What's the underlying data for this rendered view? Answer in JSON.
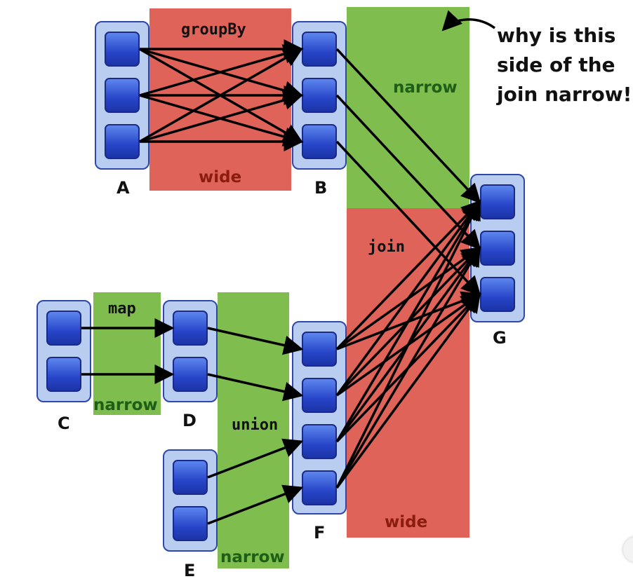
{
  "labels": {
    "groupBy": "groupBy",
    "map": "map",
    "union": "union",
    "join": "join"
  },
  "regions": {
    "groupby_wide": "wide",
    "b_g_narrow": "narrow",
    "join_wide": "wide",
    "map_narrow": "narrow",
    "union_narrow": "narrow"
  },
  "nodes": {
    "A": "A",
    "B": "B",
    "C": "C",
    "D": "D",
    "E": "E",
    "F": "F",
    "G": "G"
  },
  "annotation": {
    "line1": "why is this",
    "line2": "side of the",
    "line3": "join narrow!?"
  },
  "colors": {
    "wide": "#e0635a",
    "narrow": "#7fbd4f",
    "partition": "#2745c9",
    "container": "#b9cdf0",
    "arrow": "#000000"
  },
  "edges": [
    [
      "A0",
      "B0"
    ],
    [
      "A0",
      "B1"
    ],
    [
      "A0",
      "B2"
    ],
    [
      "A1",
      "B0"
    ],
    [
      "A1",
      "B1"
    ],
    [
      "A1",
      "B2"
    ],
    [
      "A2",
      "B0"
    ],
    [
      "A2",
      "B1"
    ],
    [
      "A2",
      "B2"
    ],
    [
      "B0",
      "G0"
    ],
    [
      "B1",
      "G1"
    ],
    [
      "B2",
      "G2"
    ],
    [
      "C0",
      "D0"
    ],
    [
      "C1",
      "D1"
    ],
    [
      "D0",
      "F0"
    ],
    [
      "D1",
      "F1"
    ],
    [
      "E0",
      "F2"
    ],
    [
      "E1",
      "F3"
    ],
    [
      "F0",
      "G0"
    ],
    [
      "F0",
      "G1"
    ],
    [
      "F0",
      "G2"
    ],
    [
      "F1",
      "G0"
    ],
    [
      "F1",
      "G1"
    ],
    [
      "F1",
      "G2"
    ],
    [
      "F2",
      "G0"
    ],
    [
      "F2",
      "G1"
    ],
    [
      "F2",
      "G2"
    ],
    [
      "F3",
      "G0"
    ],
    [
      "F3",
      "G1"
    ],
    [
      "F3",
      "G2"
    ]
  ]
}
